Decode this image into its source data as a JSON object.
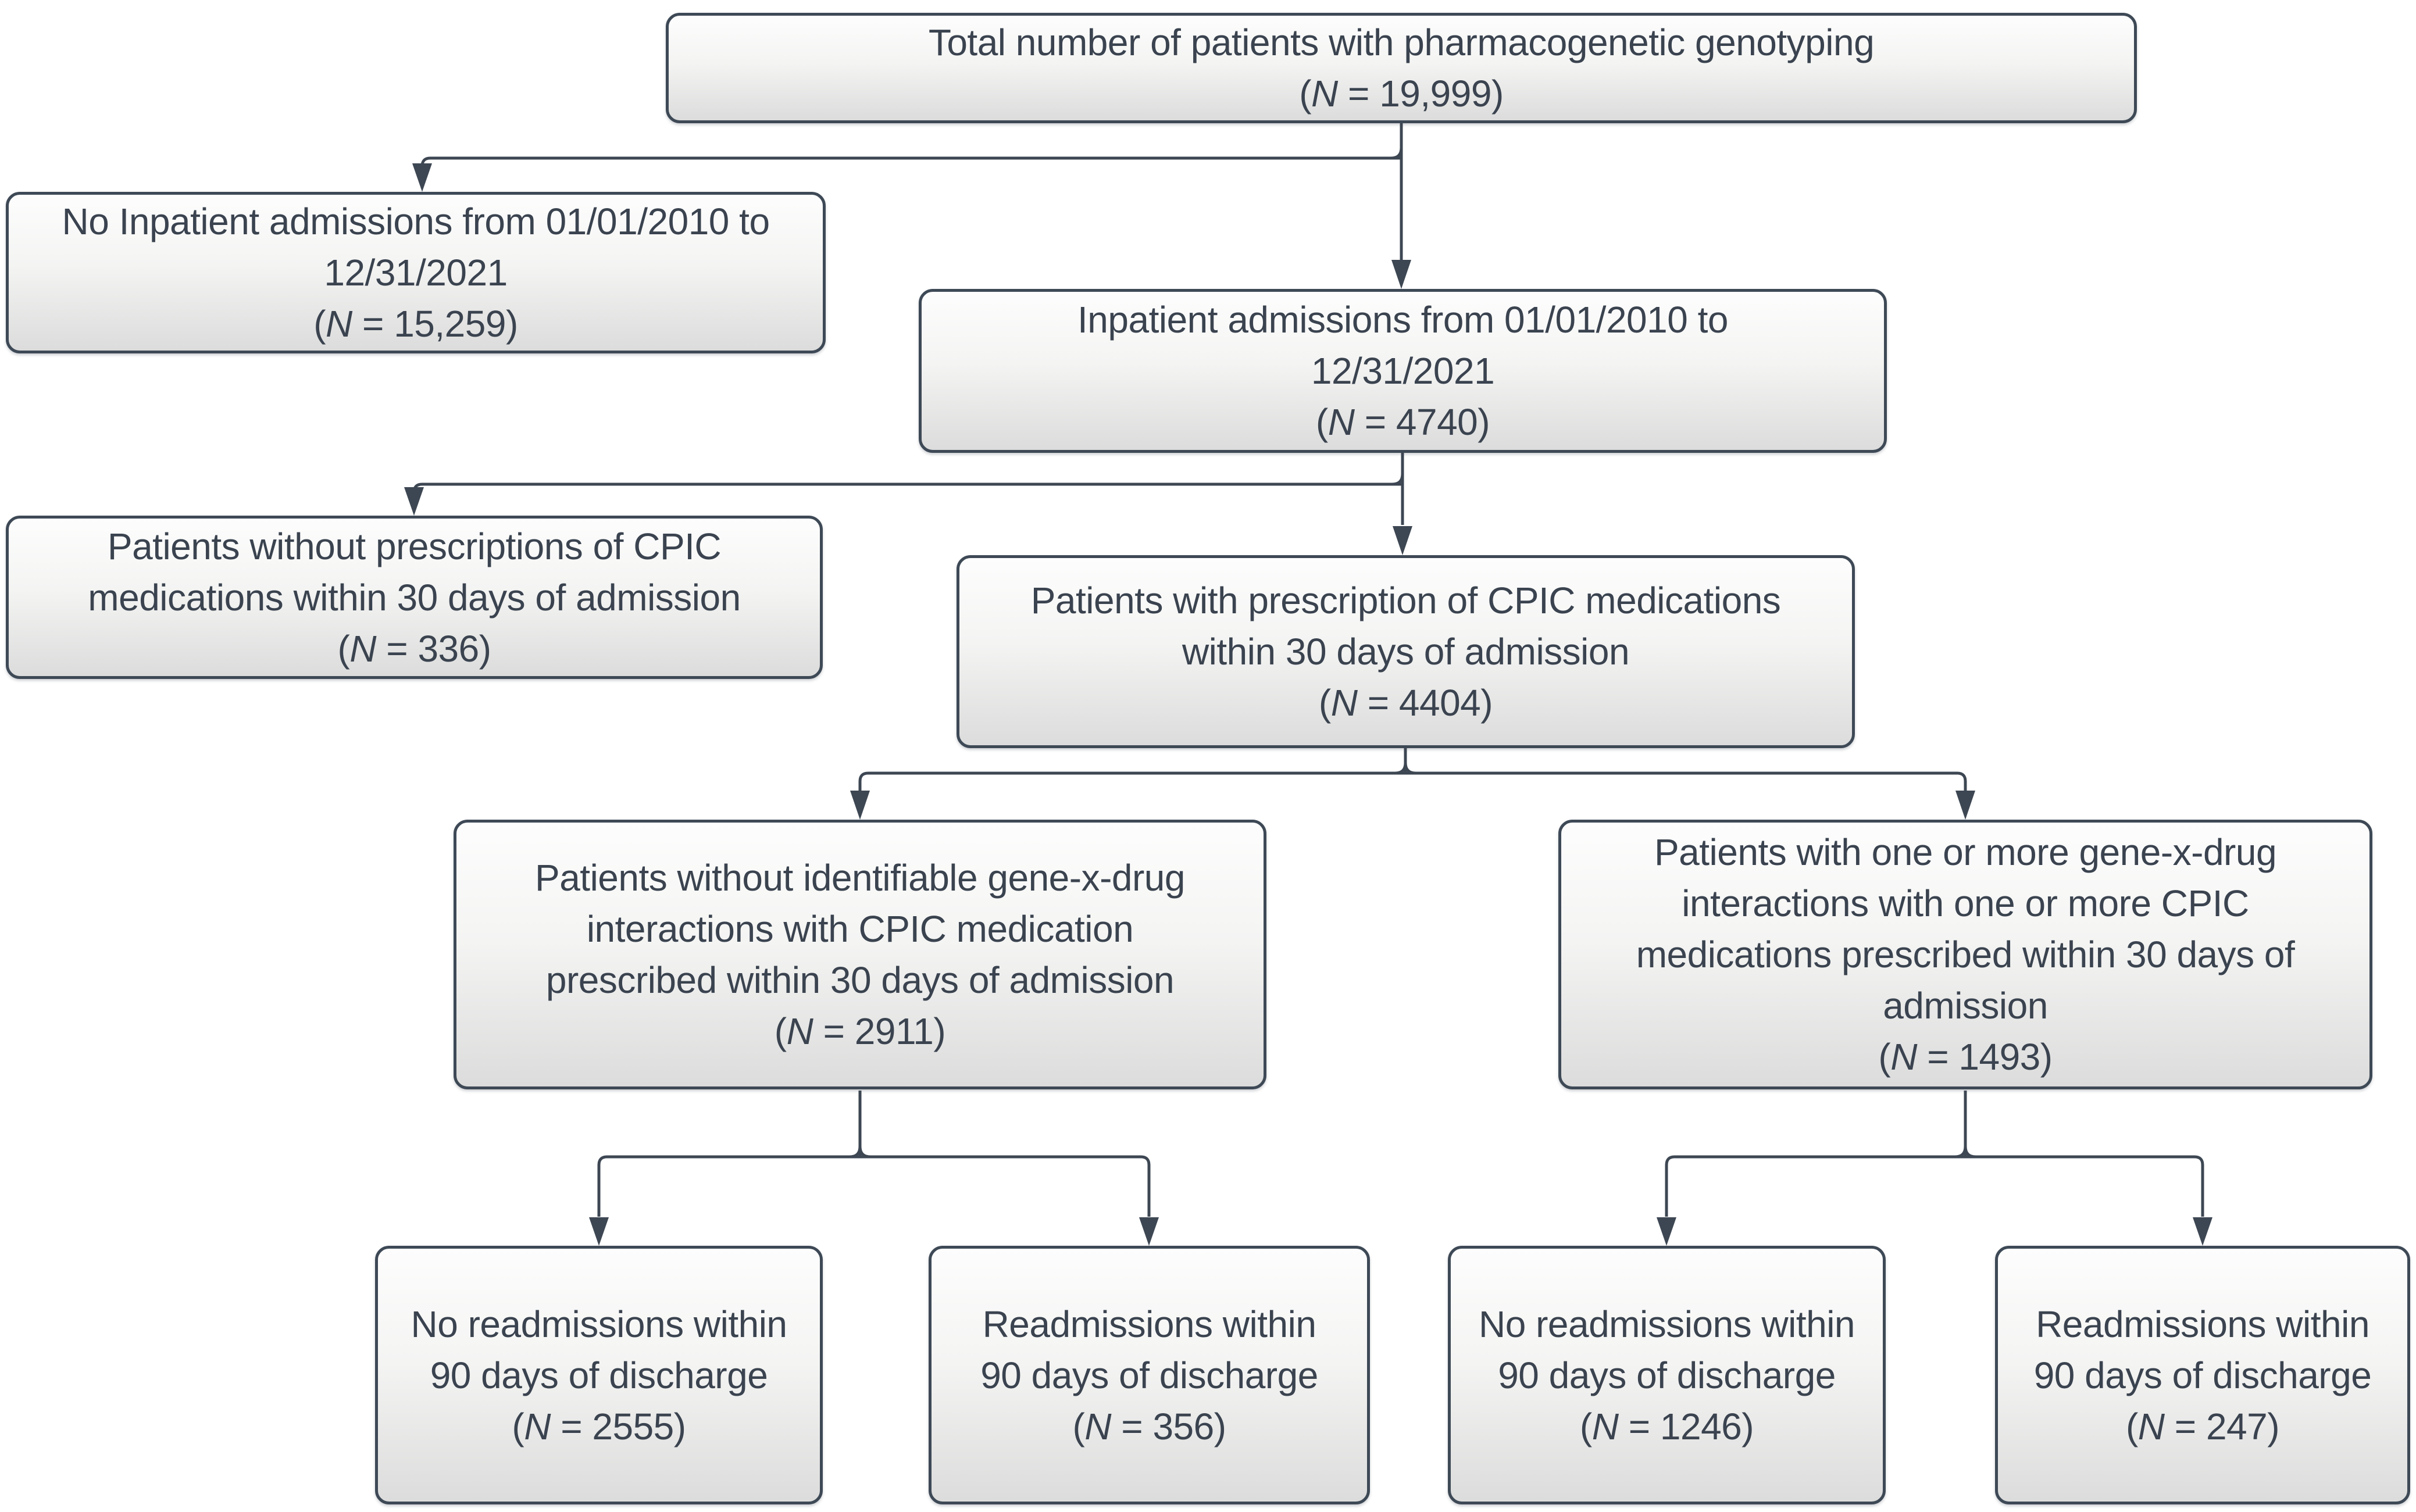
{
  "colors": {
    "line": "#3d4753",
    "text": "#3a434f",
    "box_border": "#3e4956",
    "box_fill_top": "#fdfdfd",
    "box_fill_bottom": "#dcdcdc",
    "background": "#ffffff"
  },
  "boxes": [
    {
      "text": "Total number of patients with pharmacogenetic genotyping",
      "n": "(N = 19,999)"
    },
    {
      "text": "No Inpatient admissions from 01/01/2010 to\n12/31/2021",
      "n": "(N = 15,259)"
    },
    {
      "text": "Inpatient admissions from 01/01/2010 to\n12/31/2021",
      "n": "(N = 4740)"
    },
    {
      "text": "Patients without prescriptions of CPIC\nmedications within 30 days of admission",
      "n": "(N = 336)"
    },
    {
      "text": "Patients with prescription of CPIC medications\nwithin 30 days of admission",
      "n": "(N = 4404)"
    },
    {
      "text": "Patients without identifiable gene-x-drug\ninteractions with CPIC medication\nprescribed within 30 days of admission",
      "n": "(N = 2911)"
    },
    {
      "text": "Patients with one or more gene-x-drug\ninteractions with one or more CPIC\nmedications prescribed within 30 days of\nadmission",
      "n": "(N = 1493)"
    },
    {
      "text": "No readmissions within\n90 days of discharge",
      "n": "(N = 2555)"
    },
    {
      "text": "Readmissions within\n90 days of discharge",
      "n": "(N = 356)"
    },
    {
      "text": "No readmissions within\n90 days of discharge",
      "n": "(N = 1246)"
    },
    {
      "text": "Readmissions within\n90 days of discharge",
      "n": "(N = 247)"
    }
  ]
}
